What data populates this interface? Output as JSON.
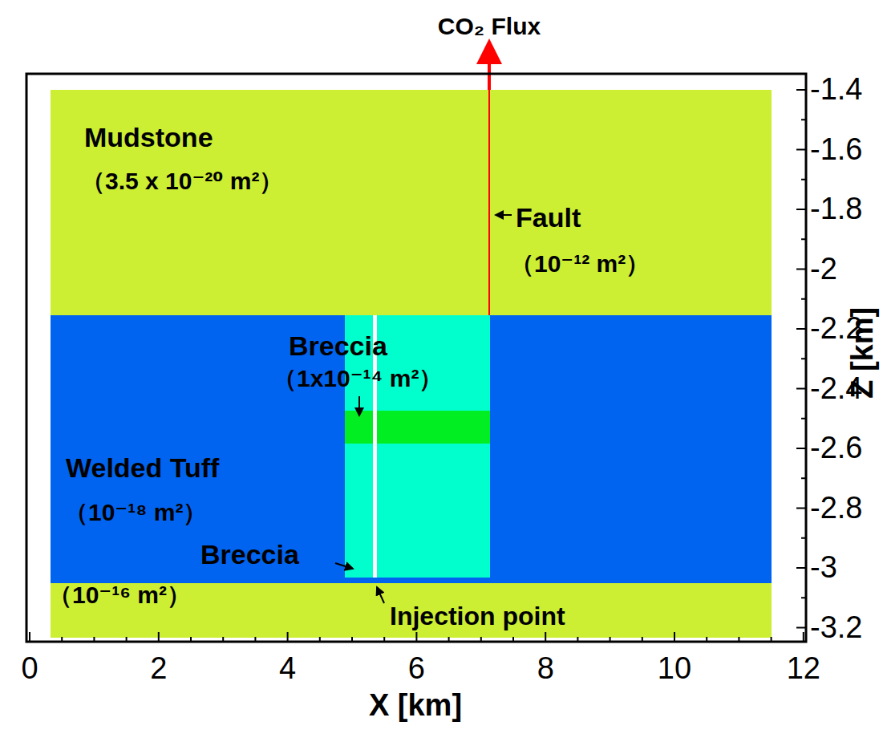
{
  "diagram": {
    "nodes": [
      {
        "text": [
          "Mudstone",
          "（3.5 x 10⁻²⁰ m²）"
        ]
      },
      {
        "text": [
          "Welded Tuff",
          "（10⁻¹⁸ m²）"
        ],
        "in": 0
      }
    ],
    "labels": [
      "CO₂ Flux",
      "Fault",
      "（10⁻¹² m²）",
      "Breccia",
      "（1x10⁻¹⁴ m²）",
      "Breccia",
      "（10⁻¹⁶ m²）",
      "Injection point",
      "0",
      "2",
      "4",
      "6",
      "8",
      "10",
      "12",
      "X [km]",
      "-1.4",
      "-1.6",
      "-1.8",
      "-2",
      "-2.2",
      "-2.4",
      "-2.6",
      "-2.8",
      "-3",
      "-3.2",
      "Z [km]"
    ]
  }
}
